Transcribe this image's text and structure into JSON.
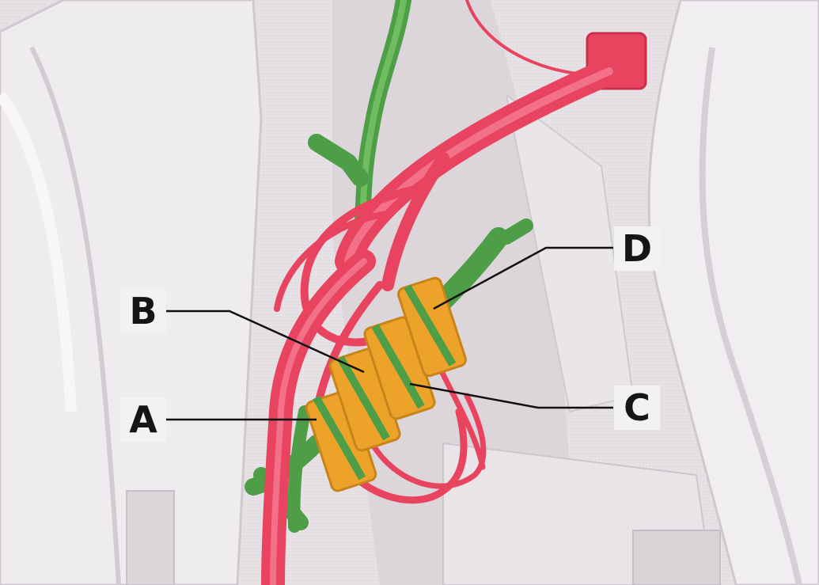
{
  "callouts": {
    "a": "A",
    "b": "B",
    "c": "C",
    "d": "D"
  },
  "colors": {
    "background": "#e4dfe3",
    "panel": "#f3f1f3",
    "panel_shadow": "#cfc8ce",
    "wire_red": "#e8435f",
    "wire_green": "#4d9e47",
    "connector_orange": "#eda32a",
    "leader_line": "#111111"
  },
  "icons": [
    "relay-connector",
    "wiring-harness",
    "mounting-clip"
  ]
}
